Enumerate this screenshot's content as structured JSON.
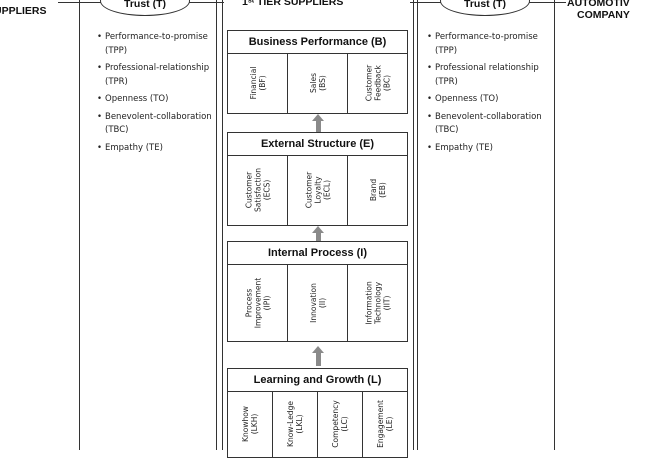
{
  "captions": {
    "suppliers": "UPPLIERS",
    "top": "1ˢᵗ TIER SUPPLIERS",
    "company_line1": "AUTOMOTIV",
    "company_line2": "COMPANY"
  },
  "left_trust": {
    "title": "Trust (T)",
    "items": [
      "Performance-to-promise (TPP)",
      "Professional-relationship (TPR)",
      "Openness (TO)",
      "Benevolent-collaboration (TBC)",
      "Empathy (TE)"
    ]
  },
  "right_trust": {
    "title": "Trust (T)",
    "items": [
      "Performance-to-promise (TPP)",
      "Professional relationship (TPR)",
      "Openness (TO)",
      "Benevolent-collaboration (TBC)",
      "Empathy (TE)"
    ]
  },
  "sections": {
    "business": {
      "title": "Business Performance (B)",
      "cells": [
        "Financial\n(BF)",
        "Sales\n(BS)",
        "Customer\nFeedback\n(BC)"
      ]
    },
    "external": {
      "title": "External Structure (E)",
      "cells": [
        "Customer\nSatisfaction\n(ECS)",
        "Customer\nLoyalty\n(ECL)",
        "Brand\n(EB)"
      ]
    },
    "internal": {
      "title": "Internal Process (I)",
      "cells": [
        "Process\nImprovement\n(IPI)",
        "Innovation\n(II)",
        "Information\nTechnology\n(IIT)"
      ]
    },
    "learning": {
      "title": "Learning and Growth (L)",
      "cells": [
        "Knowhow\n(LKH)",
        "Know-Ledge\n(LKL)",
        "Competency\n(LC)",
        "Engagement\n(LE)"
      ]
    }
  },
  "colors": {
    "arrow": "#8a8a8a",
    "line": "#333333"
  }
}
